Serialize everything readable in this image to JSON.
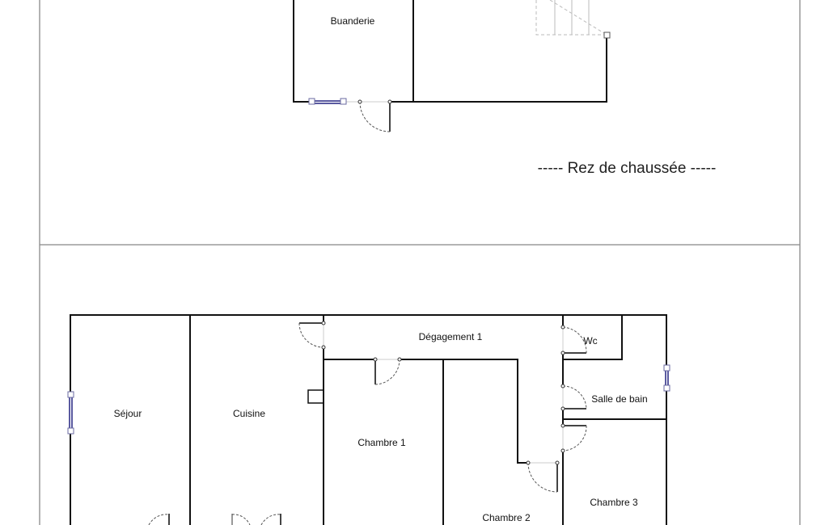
{
  "levels": {
    "ground_floor_title": "----- Rez de chaussée -----"
  },
  "rooms": {
    "buanderie": "Buanderie",
    "sejour": "Séjour",
    "cuisine": "Cuisine",
    "degagement": "Dégagement 1",
    "wc": "Wc",
    "salle_de_bain": "Salle de bain",
    "chambre1": "Chambre 1",
    "chambre2": "Chambre 2",
    "chambre3": "Chambre 3"
  }
}
